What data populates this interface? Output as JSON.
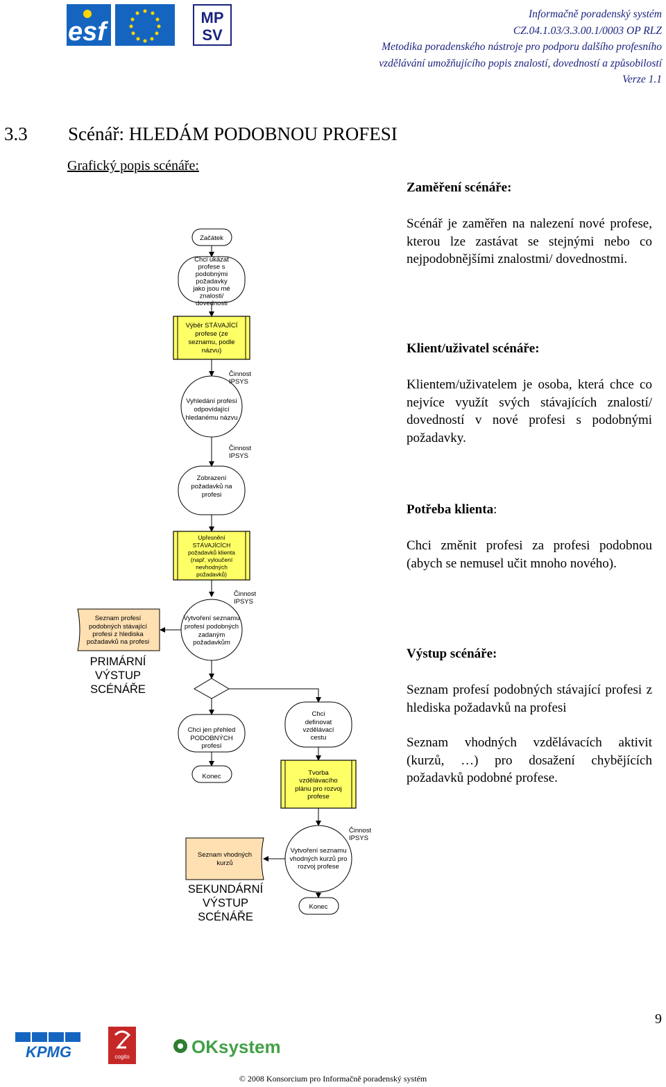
{
  "header": {
    "line1": "Informačně poradenský systém",
    "line2": "CZ.04.1.03/3.3.00.1/0003 OP RLZ",
    "line3": "Metodika poradenského nástroje pro podporu dalšího profesního",
    "line4": "vzdělávání umožňujícího popis znalostí, dovedností a způsobilostí",
    "line5": "Verze 1.1",
    "logo_esf": "esf",
    "logo_mpsv_top": "MP",
    "logo_mpsv_bottom": "SV"
  },
  "heading": {
    "number": "3.3",
    "title": "Scénář: HLEDÁM PODOBNOU PROFESI"
  },
  "subheading": "Grafický popis scénáře:",
  "right_panel": {
    "focus_title": "Zaměření scénáře:",
    "focus_text": "Scénář je zaměřen na nalezení nové profese, kterou lze zastávat se stejnými nebo co nejpodobnějšími znalostmi/ dovednostmi.",
    "client_title": "Klient/uživatel scénáře:",
    "client_text": "Klientem/uživatelem je osoba, která chce co nejvíce využít svých stávajících znalostí/ dovedností v nové profesi s podobnými požadavky.",
    "need_title": "Potřeba klienta",
    "need_colon": ":",
    "need_text": "Chci změnit profesi za profesi podobnou (abych se nemusel učit mnoho nového).",
    "output_title": "Výstup scénáře:",
    "output_text1": "Seznam profesí podobných stávající profesi z hlediska požadavků na profesi",
    "output_text2": "Seznam vhodných vzdělávacích aktivit (kurzů, …) pro dosažení chybějících požadavků podobné profese."
  },
  "flow": {
    "start": "Začátek",
    "want_show": [
      "Chci ukázat",
      "profese s",
      "podobnými",
      "požadavky",
      "jako jsou mé",
      "znalosti/",
      "dovednosti"
    ],
    "select": [
      "Výběr STÁVAJÍCÍ",
      "profese (ze",
      "seznamu, podle",
      "názvu)"
    ],
    "activity1": [
      "Činnost",
      "IPSYS"
    ],
    "search": [
      "Vyhledání profesí",
      "odpovídající",
      "hledanému názvu"
    ],
    "activity2": [
      "Činnost",
      "IPSYS"
    ],
    "display": [
      "Zobrazení",
      "požadavků na",
      "profesi"
    ],
    "refine": [
      "Upřesnění",
      "STÁVAJÍCÍCH",
      "požadavků klienta",
      "(např. vyloučení",
      "nevhodných",
      "požadavků)"
    ],
    "activity3": [
      "Činnost",
      "IPSYS"
    ],
    "create_list": [
      "Vytvoření seznamu",
      "profesí podobných",
      "zadaným",
      "požadavkům"
    ],
    "list_doc": [
      "Seznam profesí",
      "podobných stávající",
      "profesi z hlediska",
      "požadavků na profesi"
    ],
    "primary_output": [
      "PRIMÁRNÍ",
      "VÝSTUP",
      "SCÉNÁŘE"
    ],
    "overview": [
      "Chci jen přehled",
      "PODOBNÝCH",
      "profesí"
    ],
    "end1": "Konec",
    "define_path": [
      "Chci",
      "definovat",
      "vzdělávací",
      "cestu"
    ],
    "plan": [
      "Tvorba",
      "vzdělávacího",
      "plánu pro rozvoj",
      "profese"
    ],
    "activity4": [
      "Činnost",
      "IPSYS"
    ],
    "course_list": [
      "Vytvoření seznamu",
      "vhodných kurzů pro",
      "rozvoj profese"
    ],
    "course_doc": [
      "Seznam vhodných",
      "kurzů"
    ],
    "secondary_output": [
      "SEKUNDÁRNÍ",
      "VÝSTUP",
      "SCÉNÁŘE"
    ],
    "end2": "Konec"
  },
  "page_number": "9",
  "footer_logos": {
    "kpmg": "KPMG",
    "ok": "OKsystem",
    "cogito": "cogito"
  },
  "footer": "© 2008 Konsorcium pro Informačně poradenský systém",
  "colors": {
    "header_text": "#1a237e",
    "yellow_box": "#ffff66",
    "doc_fill": "#ffe0b2",
    "eu_blue": "#1565c0",
    "ok_green": "#2e7d32",
    "cogito_red": "#c62828"
  }
}
